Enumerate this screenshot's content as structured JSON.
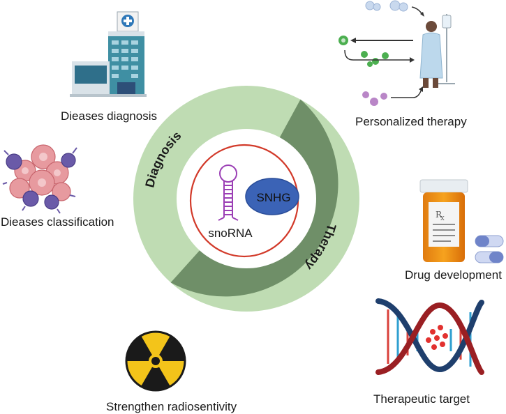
{
  "center": {
    "molecule_1": "snoRNA",
    "molecule_2": "SNHG"
  },
  "ring": {
    "segment_1": "Diagnosis",
    "segment_2": "Therapy",
    "colors": {
      "diagnosis": "#bfdcb3",
      "therapy": "#6f8f68",
      "inner_outline": "#d23a2a",
      "snhg_fill": "#3b63b6"
    }
  },
  "applications": [
    {
      "label": "Dieases diagnosis",
      "icon": "hospital-icon"
    },
    {
      "label": "Dieases classification",
      "icon": "cancer-cells-icon"
    },
    {
      "label": "Strengthen radiosentivity",
      "icon": "radiation-icon"
    },
    {
      "label": "Personalized therapy",
      "icon": "patient-icon"
    },
    {
      "label": "Drug development",
      "icon": "pill-bottle-icon"
    },
    {
      "label": "Therapeutic target",
      "icon": "dna-icon"
    }
  ]
}
